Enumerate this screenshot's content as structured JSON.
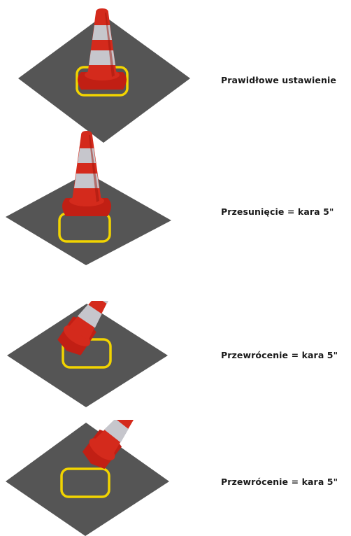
{
  "colors": {
    "mat": "#555555",
    "cone_red": "#d42a1c",
    "cone_red_dark": "#9e150c",
    "cone_white": "#c6c6cc",
    "square_outline": "#f2d400"
  },
  "panels": [
    {
      "caption": "Prawidłowe ustawienie"
    },
    {
      "caption": "Przesunięcie = kara 5\""
    },
    {
      "caption": "Przewrócenie = kara 5\""
    },
    {
      "caption": "Przewrócenie = kara 5\""
    }
  ]
}
